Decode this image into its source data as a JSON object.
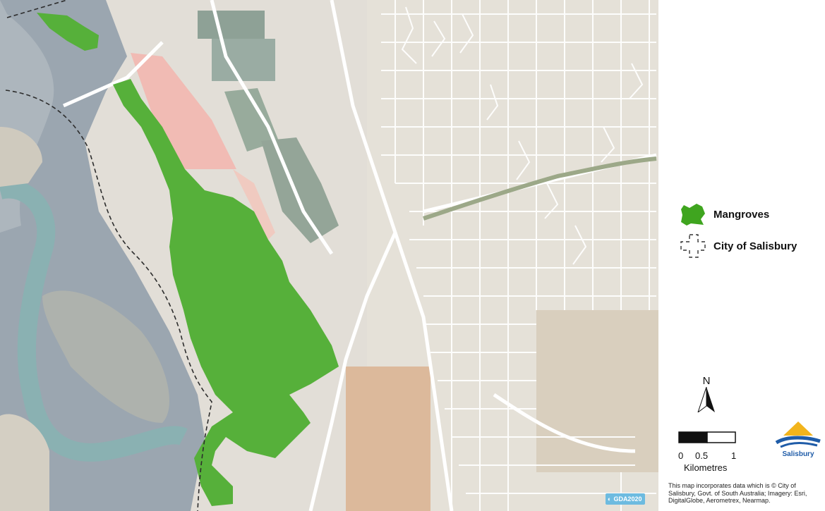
{
  "legend": {
    "items": [
      {
        "label": "Mangroves",
        "color": "#3fa51f",
        "icon": "mangrove-patch-icon"
      },
      {
        "label": "City of Salisbury",
        "color": "#333333",
        "icon": "dashed-boundary-icon"
      }
    ]
  },
  "north_arrow": {
    "letter": "N",
    "icon": "north-arrow-icon"
  },
  "scale": {
    "ticks": [
      "0",
      "0.5",
      "1"
    ],
    "unit": "Kilometres"
  },
  "logo": {
    "text": "Salisbury",
    "icon": "city-of-salisbury-logo-icon",
    "colors": {
      "sun": "#f2b41c",
      "wave": "#1f5ca8"
    }
  },
  "credit": "This map incorporates data which is © City of Salisbury, Govt. of South Australia; Imagery: Esri, DigitalGlobe, Aerometrex, Nearmap.",
  "datum_badge": "GDA2020",
  "colors": {
    "mangrove": "#3fa51f",
    "water": "#8a98a5",
    "salt_pan": "#efb2aa",
    "roads": "#ffffff",
    "boundary": "#111111"
  }
}
